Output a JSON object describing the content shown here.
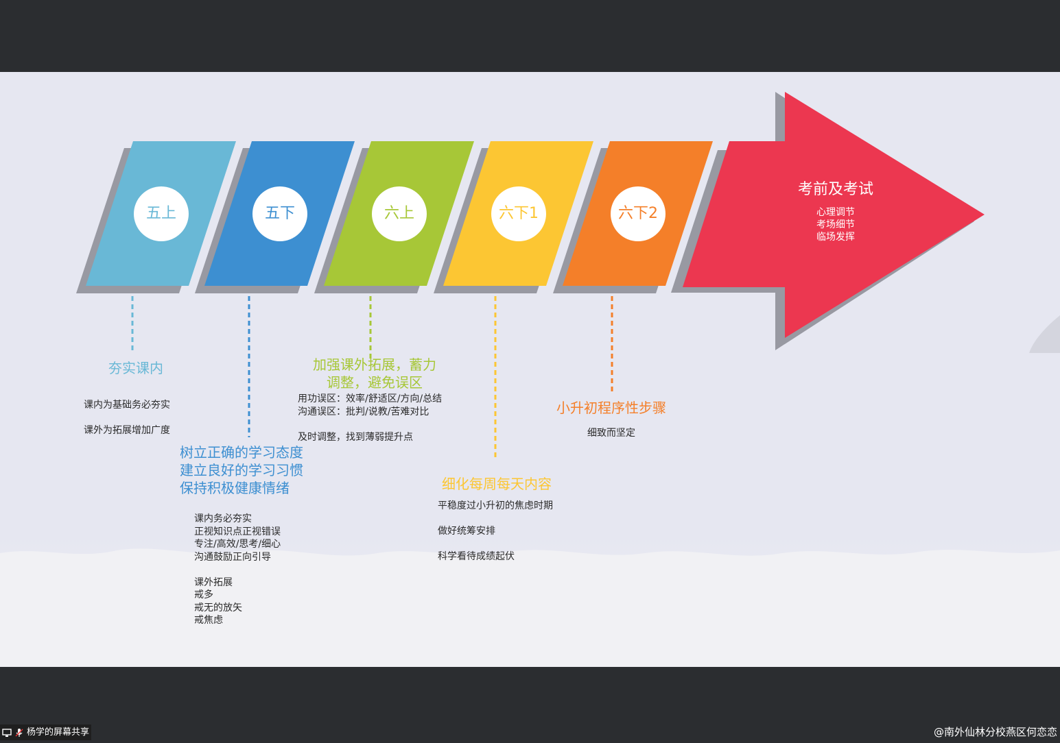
{
  "stages": [
    {
      "label": "五上",
      "color": "#69b8d6",
      "title_lines": [
        "夯实课内"
      ],
      "sub_lines": [
        "课内为基础务必夯实",
        "",
        "课外为拓展增加广度"
      ]
    },
    {
      "label": "五下",
      "color": "#3d8fd1",
      "title_lines": [
        "树立正确的学习态度",
        "建立良好的学习习惯",
        "保持积极健康情绪"
      ],
      "sub_lines": [
        "课内务必夯实",
        "正视知识点正视错误",
        "专注/高效/思考/细心",
        "沟通鼓励正向引导",
        "",
        "课外拓展",
        "戒多",
        "戒无的放矢",
        "戒焦虑"
      ]
    },
    {
      "label": "六上",
      "color": "#a7c737",
      "title_lines": [
        "加强课外拓展，蓄力",
        "调整，避免误区"
      ],
      "sub_lines": [
        "用功误区：效率/舒适区/方向/总结",
        "沟通误区：批判/说教/苦难对比",
        "",
        "及时调整，找到薄弱提升点"
      ]
    },
    {
      "label": "六下1",
      "color": "#fcc633",
      "title_lines": [
        "细化每周每天内容"
      ],
      "sub_lines": [
        "平稳度过小升初的焦虑时期",
        "",
        "做好统筹安排",
        "",
        "科学看待成绩起伏"
      ]
    },
    {
      "label": "六下2",
      "color": "#f47f29",
      "title_lines": [
        "小升初程序性步骤"
      ],
      "sub_lines": [
        "细致而坚定"
      ]
    }
  ],
  "final": {
    "color": "#ec3750",
    "title": "考前及考试",
    "items": [
      "心理调节",
      "考场细节",
      "临场发挥"
    ]
  },
  "share_bar": {
    "label": "杨学的屏幕共享"
  },
  "watermark": "@南外仙林分校燕区何恋恋"
}
